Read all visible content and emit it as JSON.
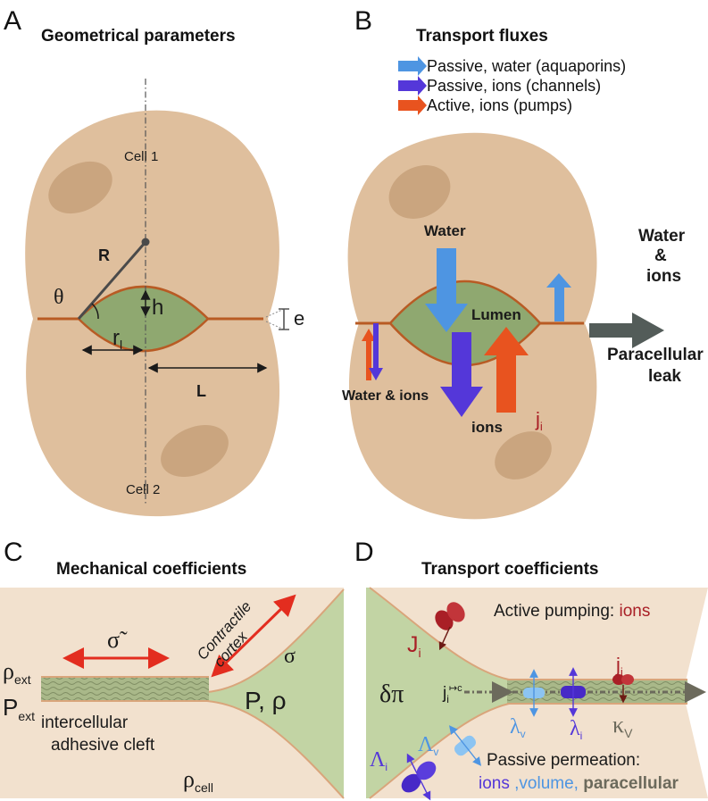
{
  "colors": {
    "cell": "#dfbf9d",
    "nucleus": "#caa57f",
    "lumen": "#8fa870",
    "membrane": "#b85b24",
    "cleft": "#a9b889",
    "water_arrow": "#4e95e2",
    "ion_channel_arrow": "#5437d9",
    "pump_arrow": "#e8531f",
    "pump_dark": "#a91f26",
    "leak_arrow": "#535c59",
    "text_red": "#a91f26"
  },
  "panelA": {
    "letter": "A",
    "title": "Geometrical parameters",
    "cell1": "Cell 1",
    "cell2": "Cell 2",
    "R": "R",
    "theta": "θ",
    "h": "h",
    "r": "r",
    "r_sub": "l",
    "e": "e",
    "L": "L"
  },
  "panelB": {
    "letter": "B",
    "title": "Transport fluxes",
    "legend": [
      {
        "label": "Passive, water (aquaporins)",
        "icon": "blue-arrow-icon"
      },
      {
        "label": "Passive, ions (channels)",
        "icon": "purple-arrow-icon"
      },
      {
        "label": "Active, ions (pumps)",
        "icon": "orange-arrow-icon"
      }
    ],
    "water": "Water",
    "lumen": "Lumen",
    "ions": "ions",
    "water_ions": "Water & ions",
    "j": "j",
    "j_sub": "i",
    "leak_top1": "Water",
    "leak_top2": "&",
    "leak_top3": "ions",
    "leak_bottom1": "Paracellular",
    "leak_bottom2": "leak"
  },
  "panelC": {
    "letter": "C",
    "title": "Mechanical  coefficients",
    "rho_ext": "ρ",
    "rho_ext_sub": "ext",
    "p_ext": "P",
    "p_ext_sub": "ext",
    "sigma_tilde": "σ̃",
    "sigma": "σ",
    "contractile1": "Contractile",
    "contractile2": "cortex",
    "p_rho": "P, ρ",
    "cleft1": "intercellular",
    "cleft2": "adhesive cleft",
    "rho_cell": "ρ",
    "rho_cell_sub": "cell"
  },
  "panelD": {
    "letter": "D",
    "title": "Transport coefficients",
    "active_prefix": "Active pumping: ",
    "active_ions": "ions",
    "J": "J",
    "J_sub": "i",
    "j": "j",
    "j_sub": "i",
    "dpi": "δπ",
    "jc": "j",
    "jc_sub": "i",
    "jc_sup": "↦c",
    "lambda_v": "λ",
    "lambda_v_sub": "v",
    "lambda_i": "λ",
    "lambda_i_sub": "i",
    "kappa": "κ",
    "kappa_sub": "V",
    "Lambda_v": "Λ",
    "Lambda_v_sub": "v",
    "Lambda_i": "Λ",
    "Lambda_i_sub": "i",
    "passive": "Passive permeation:",
    "perm_ions": "ions",
    "perm_volume": " ,volume, ",
    "perm_para": "paracellular"
  }
}
